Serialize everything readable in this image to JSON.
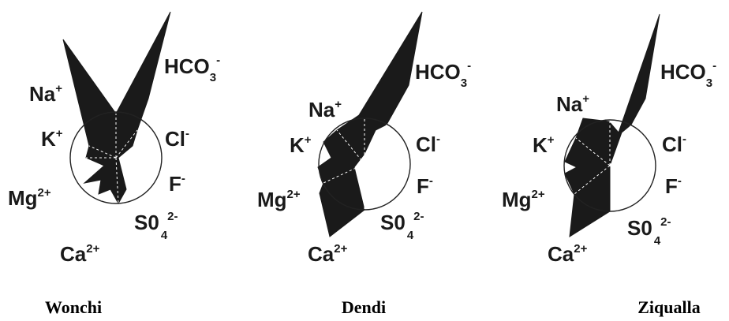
{
  "ions": [
    {
      "id": "na",
      "main": "Na",
      "sup": "+",
      "sub": ""
    },
    {
      "id": "hco3",
      "main": "HCO",
      "sup": "-",
      "sub": "3"
    },
    {
      "id": "k",
      "main": "K",
      "sup": "+",
      "sub": ""
    },
    {
      "id": "cl",
      "main": "Cl",
      "sup": "-",
      "sub": ""
    },
    {
      "id": "mg",
      "main": "Mg",
      "sup": "2+",
      "sub": ""
    },
    {
      "id": "f",
      "main": "F",
      "sup": "-",
      "sub": ""
    },
    {
      "id": "so4",
      "main": "S0",
      "sup": "2-",
      "sub": "4"
    },
    {
      "id": "ca",
      "main": "Ca",
      "sup": "2+",
      "sub": ""
    }
  ],
  "diagrams": [
    {
      "site": "Wonchi"
    },
    {
      "site": "Dendi"
    },
    {
      "site": "Ziqualla"
    }
  ],
  "colors": {
    "fill": "#1a1a1a",
    "ring": "#222222",
    "background": "#ffffff"
  }
}
